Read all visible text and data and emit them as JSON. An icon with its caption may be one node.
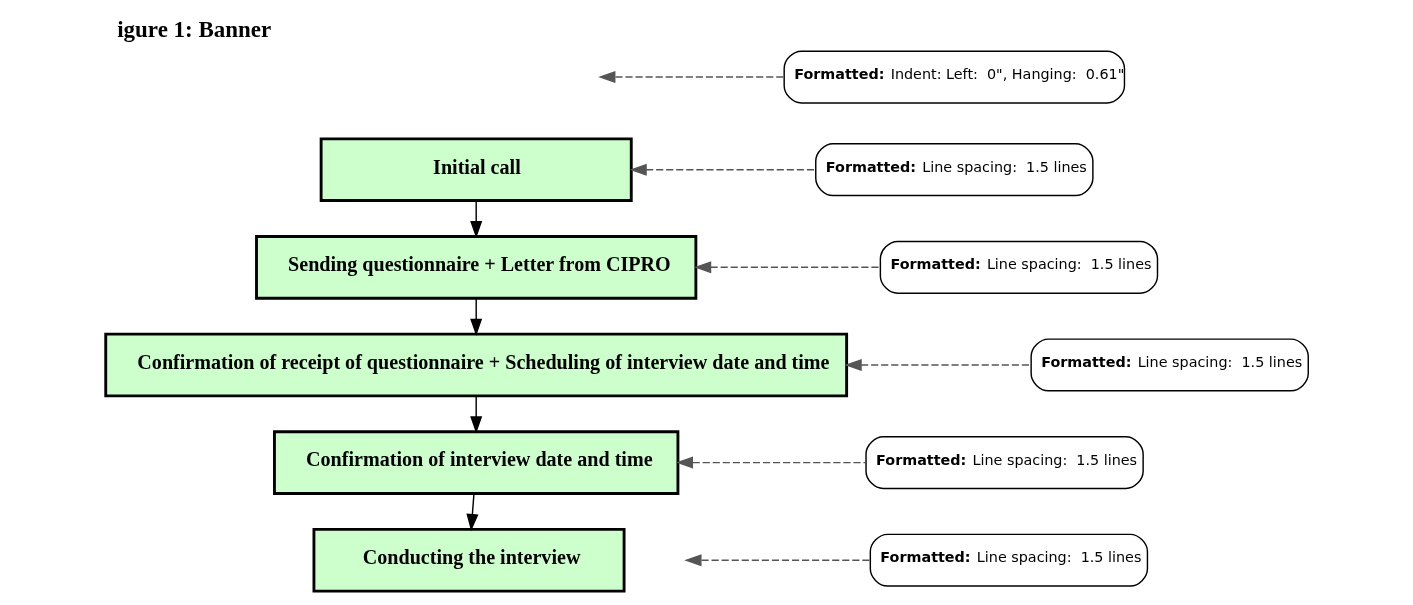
{
  "diagram": {
    "title": "igure 1: Banner",
    "nodes": [
      {
        "text": [
          "Initial call"
        ]
      },
      {
        "text": [
          "Sending questionnaire + Letter from CIPRO"
        ]
      },
      {
        "text": [
          "Confirmation of receipt of questionnaire + Scheduling of interview date and time"
        ]
      },
      {
        "text": [
          "Confirmation of interview date and time"
        ]
      },
      {
        "text": [
          "Conducting the interview"
        ]
      },
      {
        "text": [
          "**Formatted:** Indent: Left:  0\", Hanging:  0.61\""
        ]
      },
      {
        "text": [
          "**Formatted:** Line spacing:  1.5 lines"
        ]
      },
      {
        "text": [
          "**Formatted:** Line spacing:  1.5 lines"
        ]
      },
      {
        "text": [
          "**Formatted:** Line spacing:  1.5 lines"
        ]
      },
      {
        "text": [
          "**Formatted:** Line spacing:  1.5 lines"
        ]
      },
      {
        "text": [
          "**Formatted:** Line spacing:  1.5 lines"
        ]
      }
    ],
    "edges": [
      {
        "from": 0,
        "to": 1,
        "arrow": "to"
      },
      {
        "from": 1,
        "to": 2,
        "arrow": "to"
      },
      {
        "from": 2,
        "to": 3,
        "arrow": "to"
      },
      {
        "from": 3,
        "to": 4,
        "arrow": "to"
      },
      {
        "from": 5,
        "to": null,
        "arrow": "to",
        "style": "dashed",
        "color": "#555555"
      },
      {
        "from": 6,
        "to": 0,
        "arrow": "to",
        "style": "dashed",
        "color": "#555555"
      },
      {
        "from": 7,
        "to": 1,
        "arrow": "to",
        "style": "dashed",
        "color": "#555555"
      },
      {
        "from": 8,
        "to": 2,
        "arrow": "to",
        "style": "dashed",
        "color": "#555555"
      },
      {
        "from": 9,
        "to": 3,
        "arrow": "to",
        "style": "dashed",
        "color": "#555555"
      },
      {
        "from": 10,
        "to": null,
        "arrow": "to",
        "style": "dashed",
        "color": "#555555"
      }
    ]
  }
}
